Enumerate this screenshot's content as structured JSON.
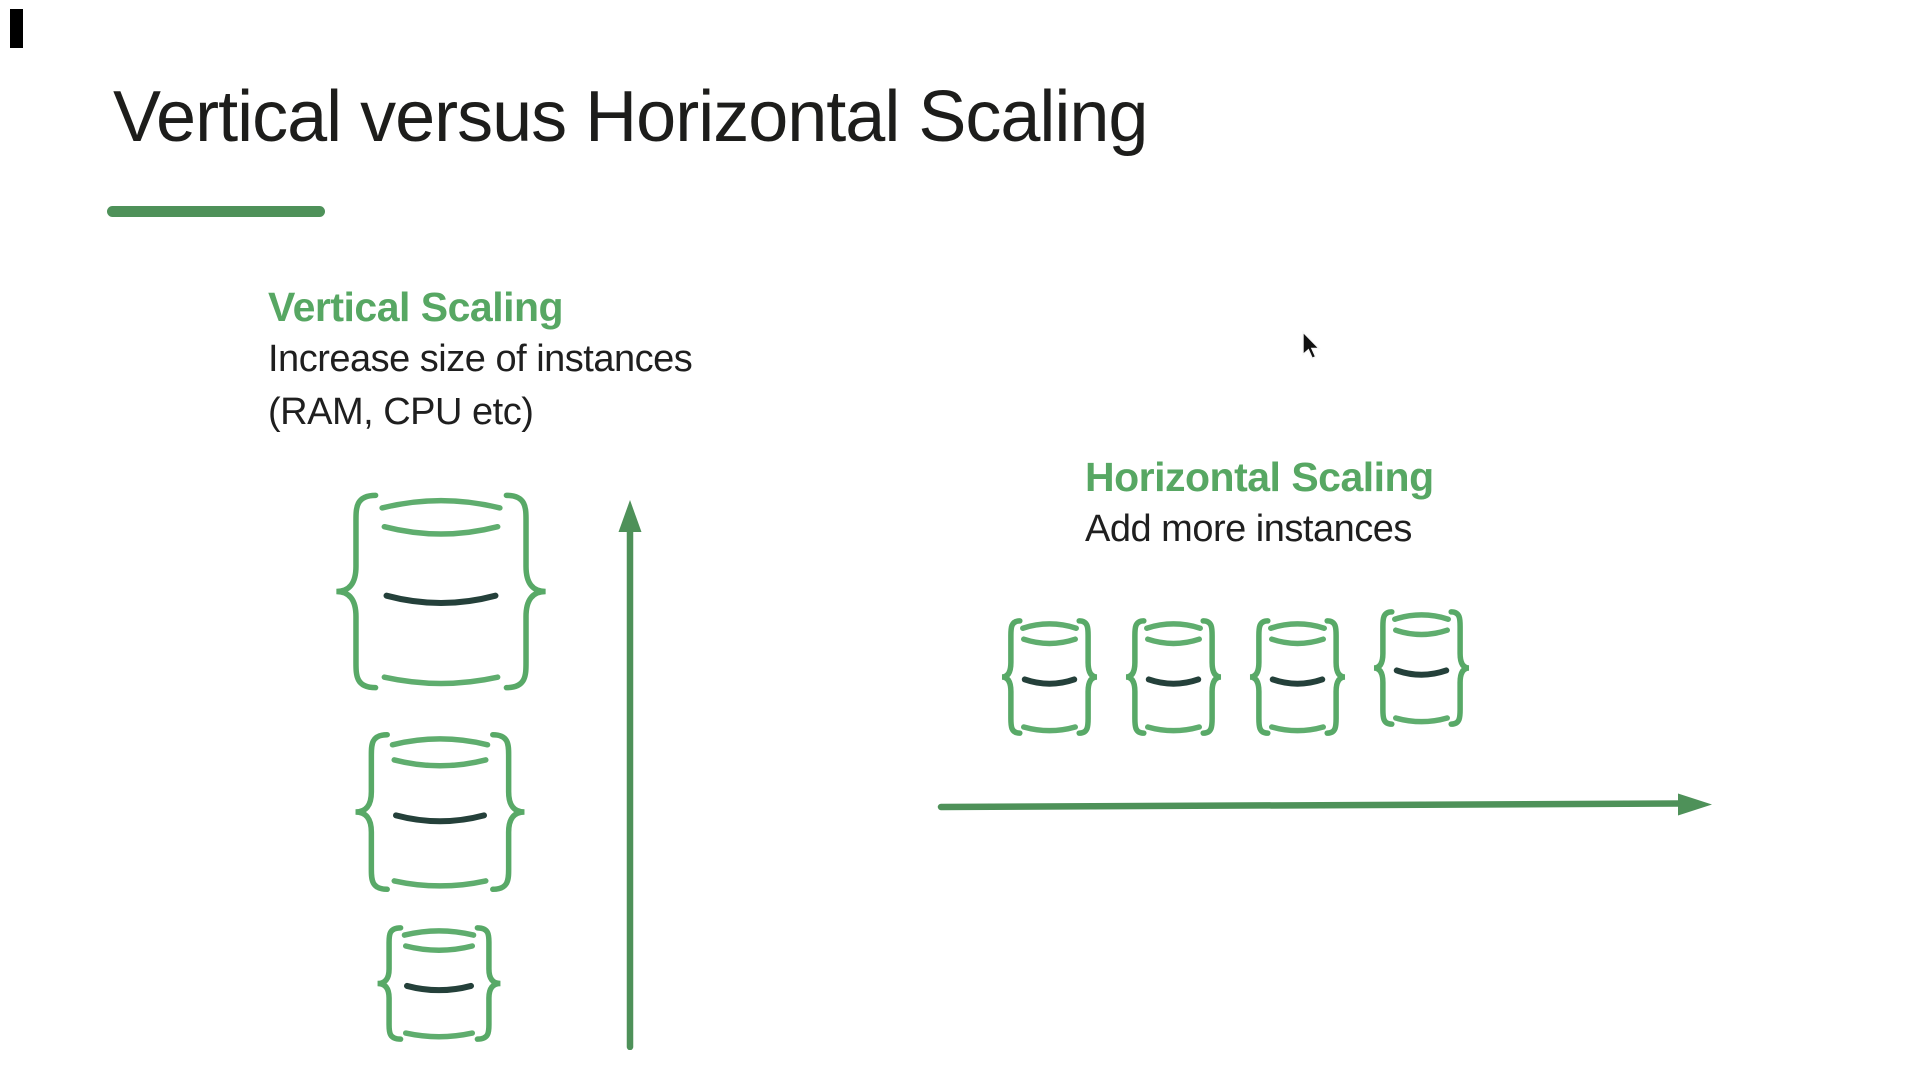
{
  "slide": {
    "title": "Vertical versus Horizontal Scaling"
  },
  "vertical_section": {
    "heading": "Vertical Scaling",
    "description_line1": "Increase size of instances",
    "description_line2": "(RAM, CPU etc)",
    "instances": [
      {
        "size": "large"
      },
      {
        "size": "medium"
      },
      {
        "size": "small"
      }
    ]
  },
  "horizontal_section": {
    "heading": "Horizontal Scaling",
    "description": "Add more instances",
    "instances": [
      {},
      {},
      {},
      {}
    ]
  },
  "icons": {
    "database_icon": "database-icon",
    "up_arrow": "up-arrow-icon",
    "right_arrow": "right-arrow-icon",
    "cursor": "mouse-cursor-icon"
  },
  "colors": {
    "background": "#ffffff",
    "title_text": "#1d1d1b",
    "body_text": "#1f1f1f",
    "green_heading": "#57a763",
    "green_accent": "#4e9159",
    "green_icon": "#58a967",
    "dark_divider_line": "#24403a"
  }
}
